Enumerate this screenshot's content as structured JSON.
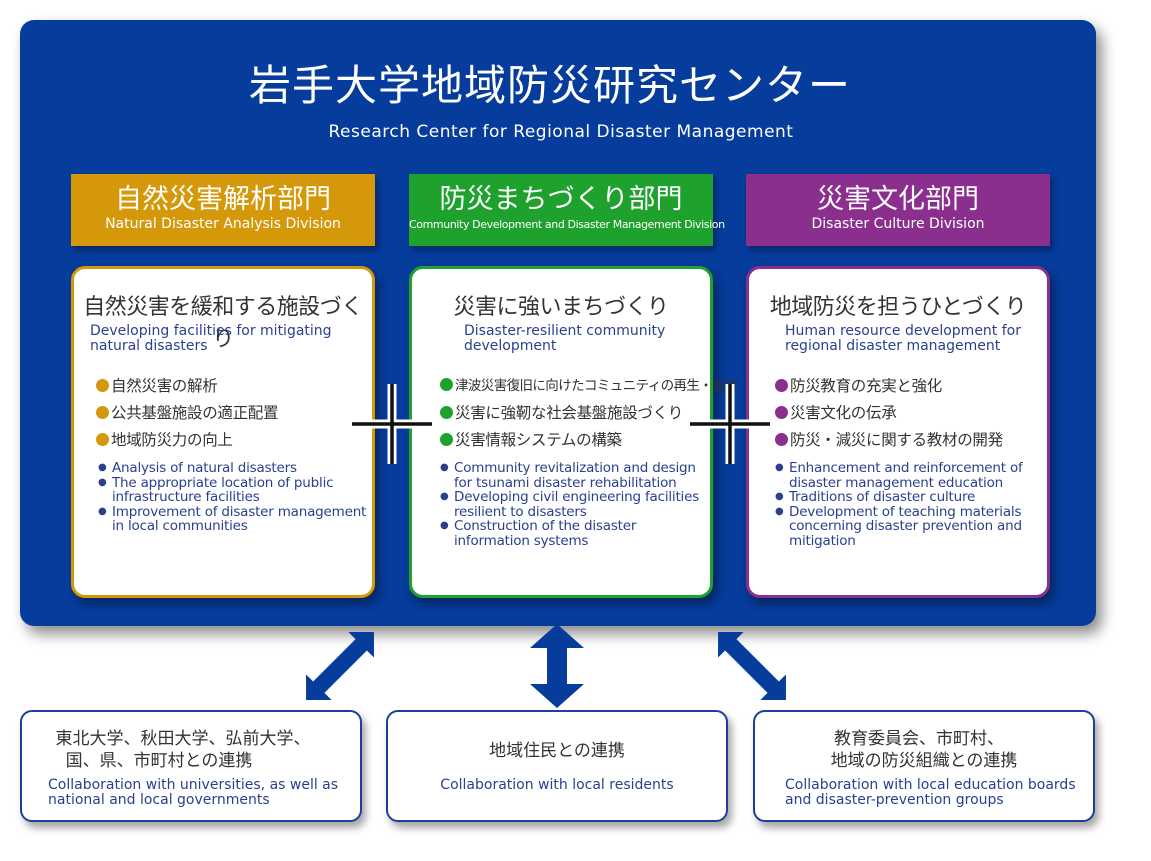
{
  "center": {
    "title": "岩手大学地域防災研究センター",
    "subtitle": "Research Center for Regional Disaster Management",
    "panel_color": "#063c9c"
  },
  "divisions": [
    {
      "name_jp": "自然災害解析部門",
      "name_en": "Natural Disaster Analysis Division",
      "color": "#d4980a",
      "focus_jp": "自然災害を緩和する施設づくり",
      "focus_en": "Developing facilities for mitigating natural disasters",
      "items_jp": [
        "自然災害の解析",
        "公共基盤施設の適正配置",
        "地域防災力の向上"
      ],
      "items_en": [
        "Analysis of natural disasters",
        "The appropriate location of public infrastructure facilities",
        "Improvement of disaster management in local communities"
      ]
    },
    {
      "name_jp": "防災まちづくり部門",
      "name_en": "Community Development and Disaster Management Division",
      "color": "#1fa12e",
      "focus_jp": "災害に強いまちづくり",
      "focus_en": "Disaster-resilient community development",
      "items_jp": [
        "津波災害復旧に向けたコミュニティの再生・設計",
        "災害に強靭な社会基盤施設づくり",
        "災害情報システムの構築"
      ],
      "items_en": [
        "Community revitalization and design for tsunami disaster rehabilitation",
        "Developing civil engineering facilities resilient to disasters",
        "Construction of the disaster information systems"
      ]
    },
    {
      "name_jp": "災害文化部門",
      "name_en": "Disaster Culture Division",
      "color": "#8b2f8e",
      "focus_jp": "地域防災を担うひとづくり",
      "focus_en": "Human resource development for regional disaster management",
      "items_jp": [
        "防災教育の充実と強化",
        "災害文化の伝承",
        "防災・減災に関する教材の開発"
      ],
      "items_en": [
        "Enhancement and reinforcement of disaster management education",
        "Traditions of disaster culture",
        "Development of teaching materials concerning disaster prevention and mitigation"
      ]
    }
  ],
  "collaborations": [
    {
      "jp_line1": "東北大学、秋田大学、弘前大学、",
      "jp_line2": "国、県、市町村との連携",
      "en": "Collaboration with universities, as well as national and local governments"
    },
    {
      "jp_line1": "地域住民との連携",
      "en": "Collaboration with local residents"
    },
    {
      "jp_line1": "教育委員会、市町村、",
      "jp_line2": "地域の防災組織との連携",
      "en": "Collaboration with local education boards and disaster-prevention groups"
    }
  ],
  "icons": {
    "plus": "plus-icon",
    "arrow": "double-headed-arrow-icon",
    "bullet": "bullet-dot-icon"
  },
  "colors": {
    "arrow": "#063c9c",
    "collab_border": "#1d3e9a",
    "text_dark": "#333333",
    "text_blue": "#2a3f8f"
  }
}
